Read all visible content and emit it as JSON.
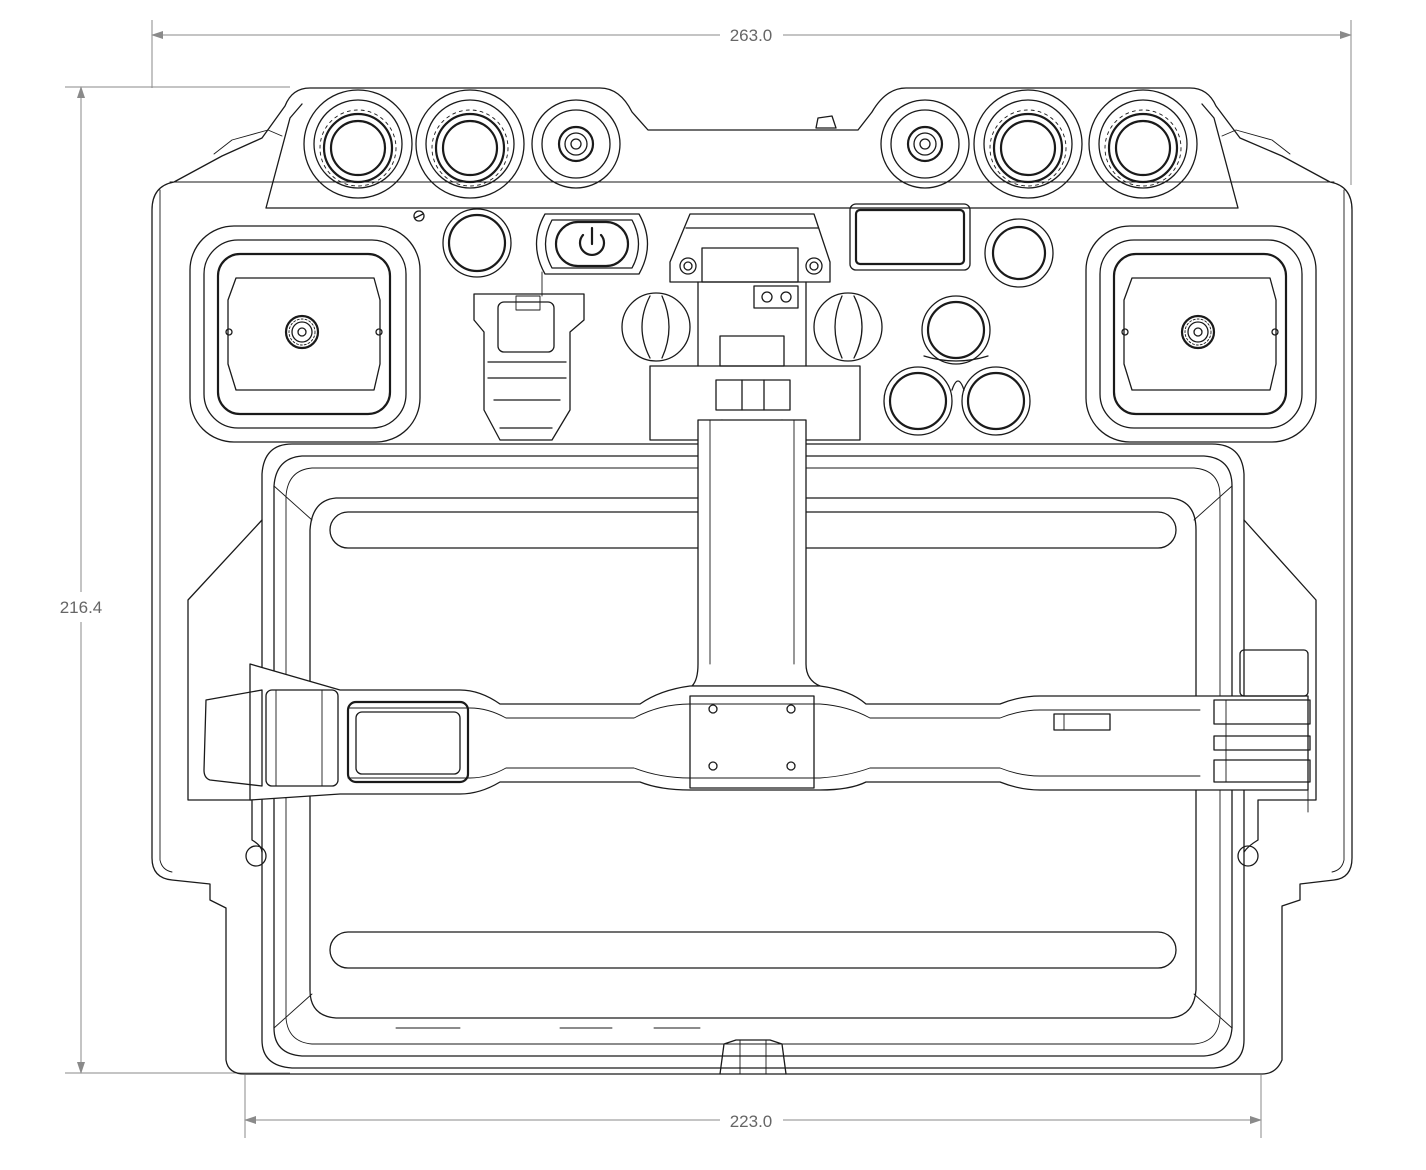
{
  "dimensions": {
    "overall_width": "263.0",
    "overall_height": "216.4",
    "base_width": "223.0"
  },
  "colors": {
    "line": "#1a1a1a",
    "dimension": "#8a8a8a",
    "dimension_text": "#666666",
    "background": "#ffffff"
  },
  "icons": [
    "power-icon",
    "knurled-knob-icon",
    "screw-icon"
  ]
}
